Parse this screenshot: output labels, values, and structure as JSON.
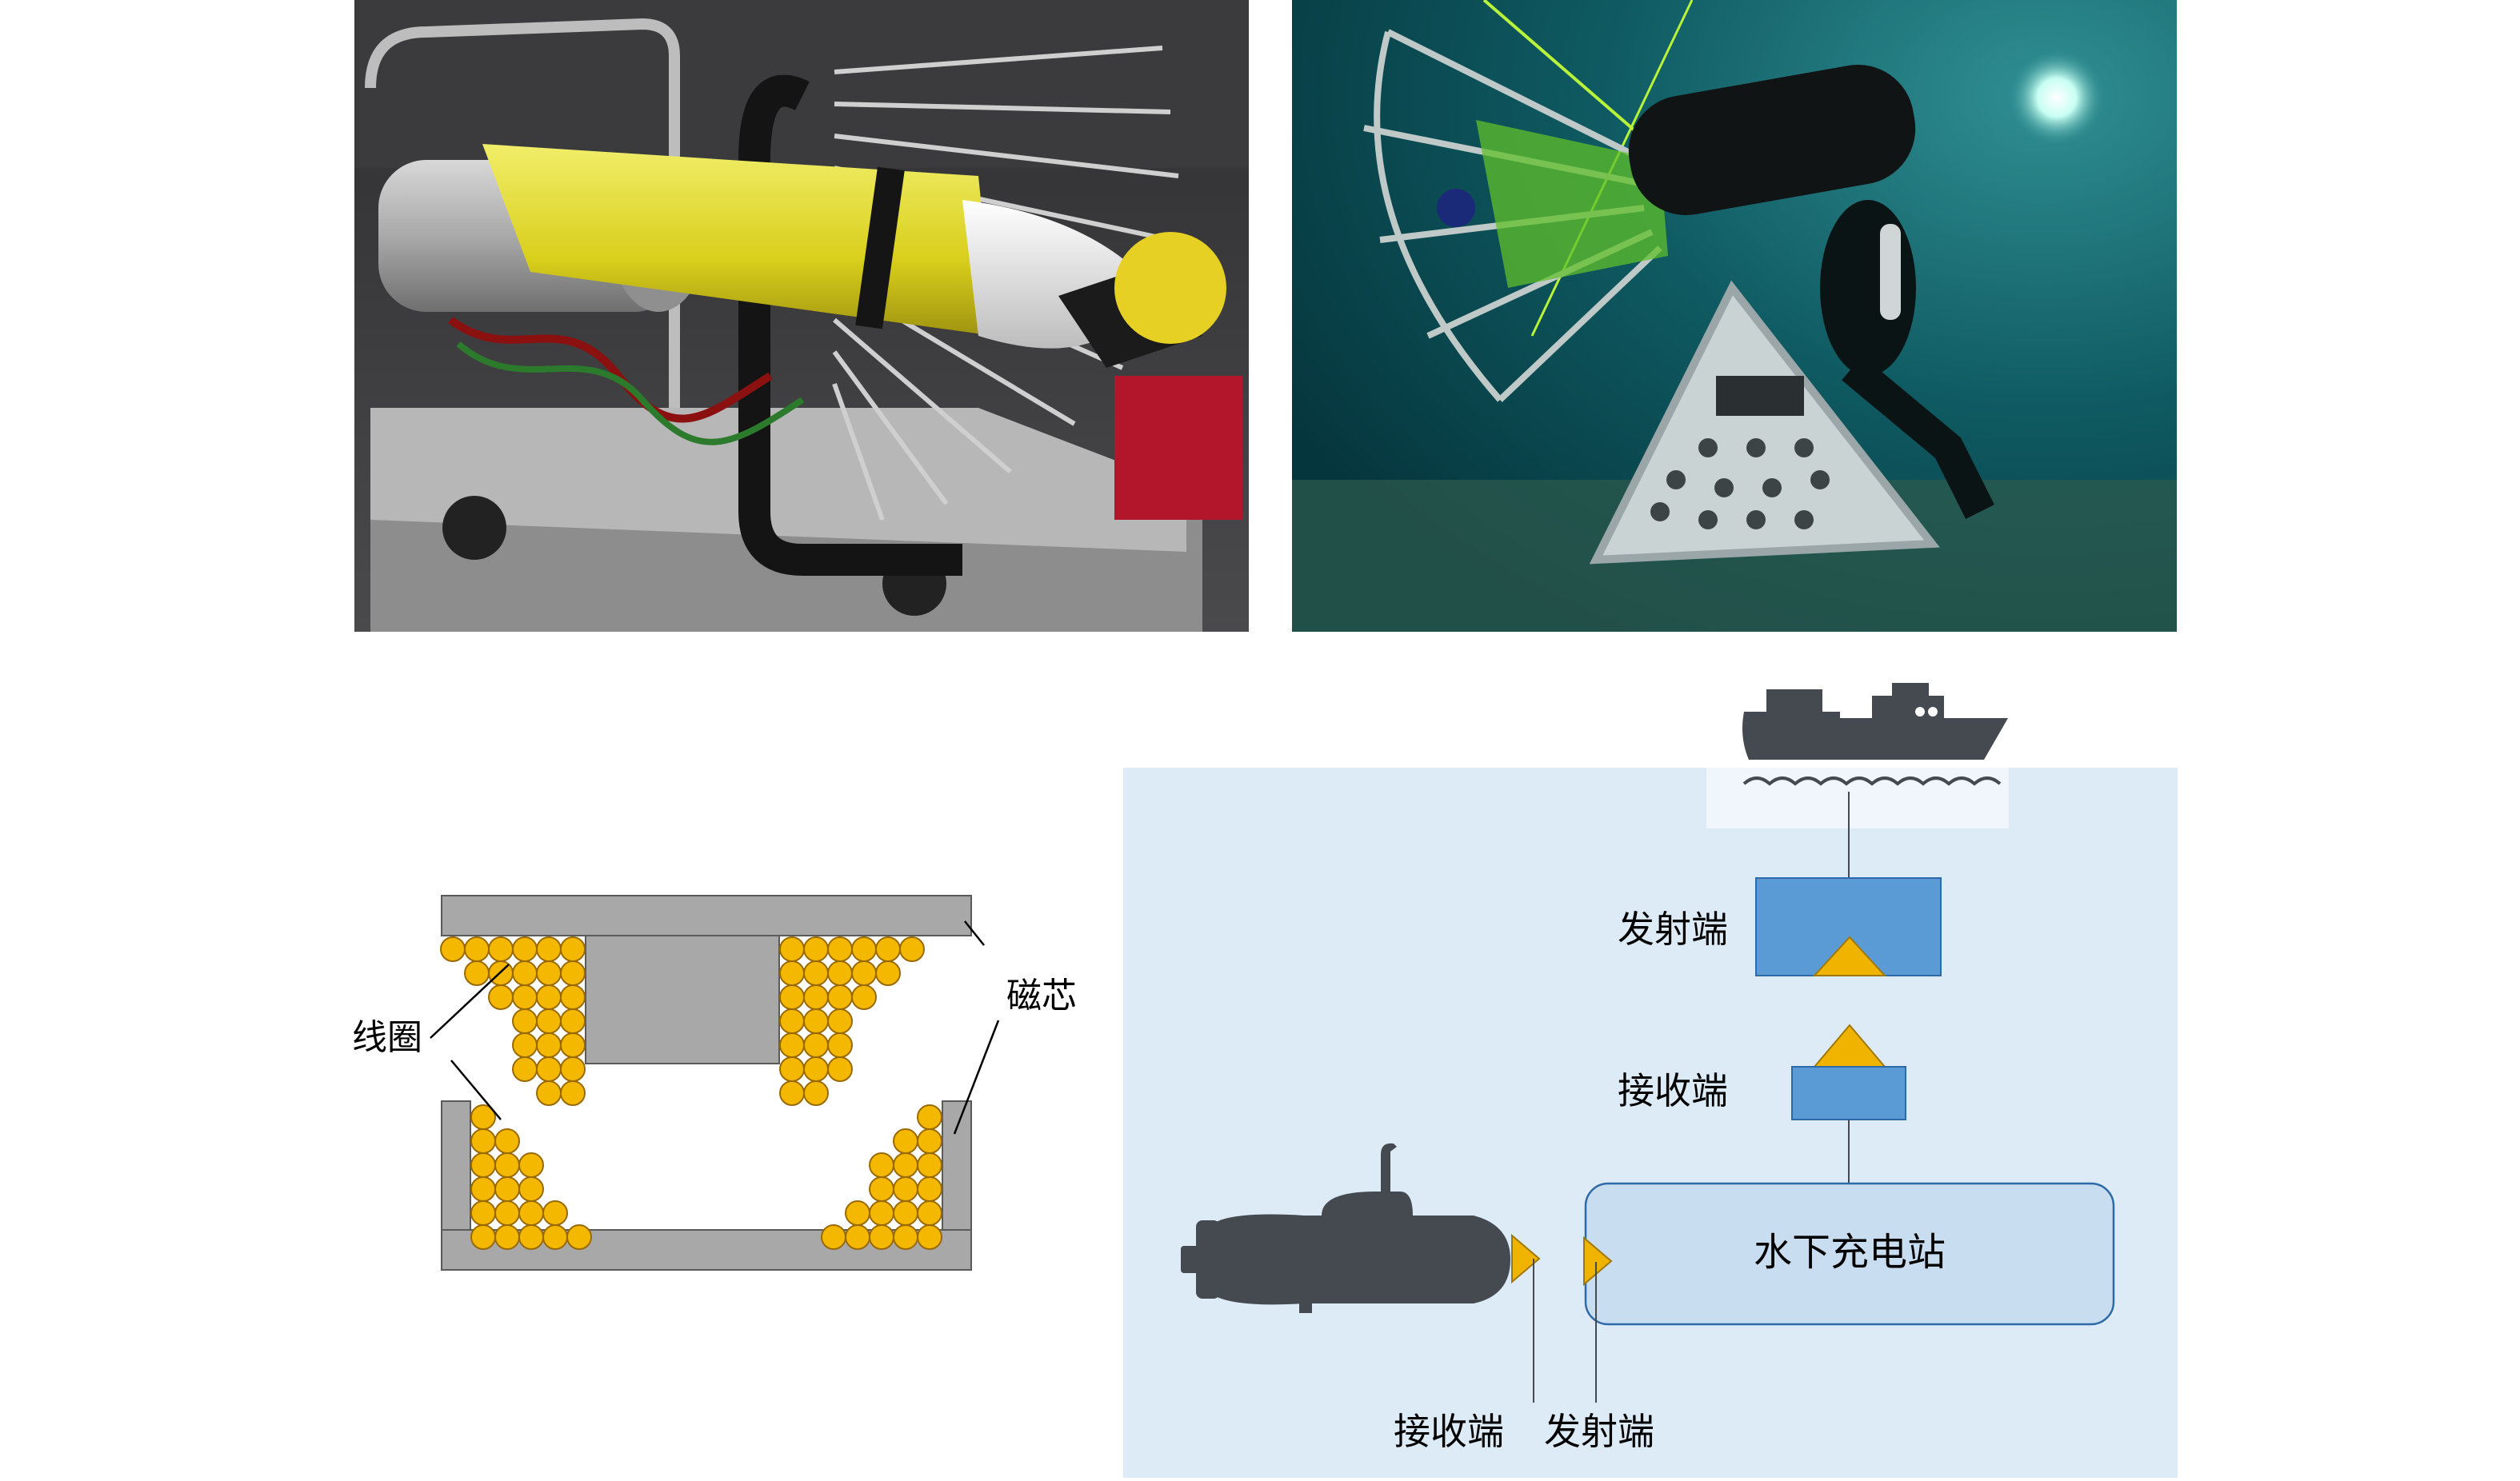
{
  "figure": {
    "core_diagram": {
      "coil_label": "线圈",
      "core_label": "磁芯",
      "coil_color": "#F5B800",
      "core_color": "#A8A8A8"
    },
    "system_diagram": {
      "transmitter_top_label": "发射端",
      "receiver_top_label": "接收端",
      "station_label": "水下充电站",
      "auv_receiver_label": "接收端",
      "station_transmitter_label": "发射端",
      "background_color": "#DDEBF6",
      "block_color": "#5B9BD5",
      "station_color": "#C9DDF1",
      "triangle_color": "#F0B400",
      "vehicle_color": "#444A50"
    }
  }
}
